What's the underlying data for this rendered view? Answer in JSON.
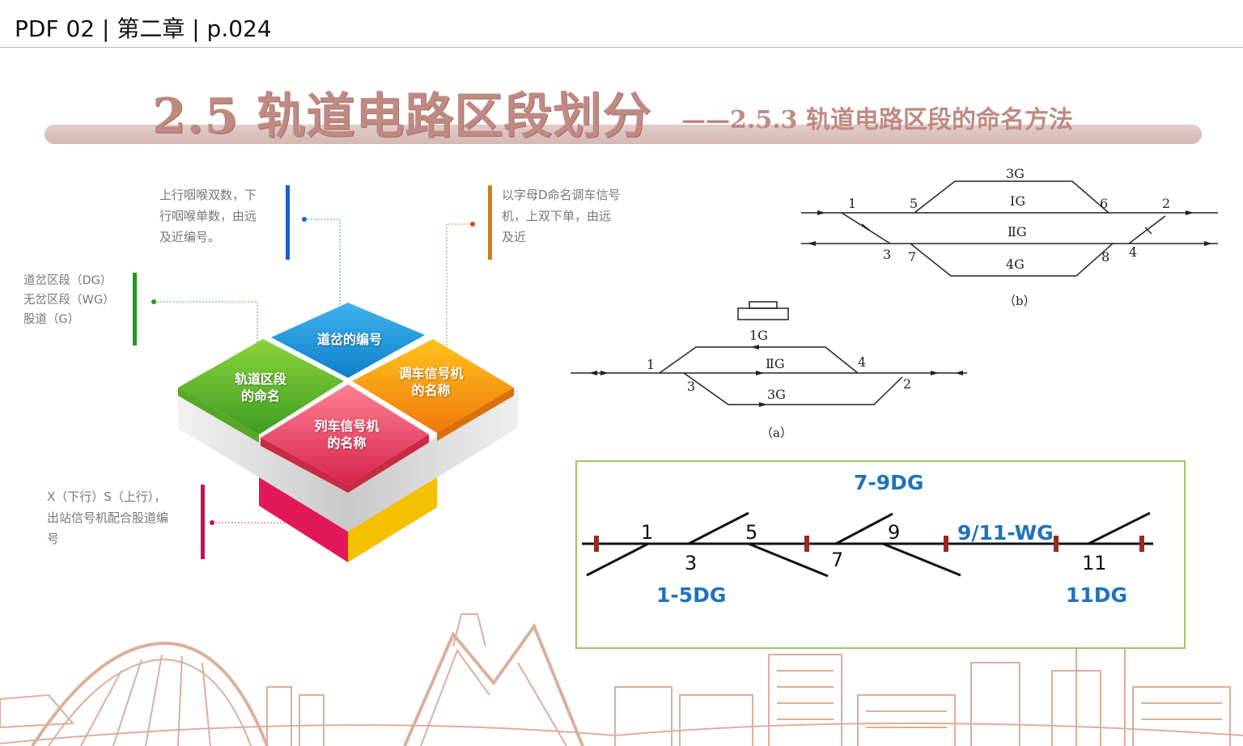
{
  "header": {
    "text": "PDF 02 | 第二章 | p.024"
  },
  "title": {
    "main": "2.5 轨道电路区段划分",
    "sub": "——2.5.3 轨道电路区段的命名方法"
  },
  "annotations": {
    "top": "上行咽喉双数，下\n行咽喉单数，由远\n及近编号。",
    "right": "以字母D命名调车信号\n机，上双下单，由远\n及近",
    "left": "道岔区段（DG）\n无岔区段（WG）\n股道（G）",
    "bottom": "X（下行）S（上行），\n出站信号机配合股道编\n号"
  },
  "tiles": {
    "top": "道岔的编号",
    "left": "轨道区段\n的命名",
    "right": "调车信号机\n的名称",
    "front": "列车信号机\n的名称"
  },
  "diagram_b": {
    "labels": {
      "t3g": "3G",
      "t1g": "ⅠG",
      "t2g": "ⅡG",
      "t4g": "4G",
      "n1": "1",
      "n5": "5",
      "n6": "6",
      "n2": "2",
      "n3": "3",
      "n7": "7",
      "n8": "8",
      "n4": "4"
    },
    "caption": "（b）"
  },
  "diagram_a": {
    "labels": {
      "t1g": "1G",
      "t2g": "ⅡG",
      "t3g": "3G",
      "n1": "1",
      "n3": "3",
      "n4": "4",
      "n2": "2"
    },
    "caption": "（a）"
  },
  "box": {
    "sections": {
      "s79": "7-9DG",
      "s911": "9/11-WG",
      "s15": "1-5DG",
      "s11": "11DG"
    },
    "numbers": {
      "n1": "1",
      "n5": "5",
      "n9": "9",
      "n3": "3",
      "n7": "7",
      "n11": "11"
    }
  },
  "colors": {
    "title": "#bf8a82",
    "band": "#d9c1bc",
    "tile_top": "#1a8fd4",
    "tile_left": "#5cb82e",
    "tile_right": "#f39a11",
    "tile_front": "#e8435a",
    "box_border": "#9dc46a",
    "box_text": "#1f73bd",
    "bar_blue": "#1e5fcf",
    "bar_orange": "#cf7d1e",
    "bar_green": "#1e9a1e",
    "bar_red": "#c4154f"
  }
}
